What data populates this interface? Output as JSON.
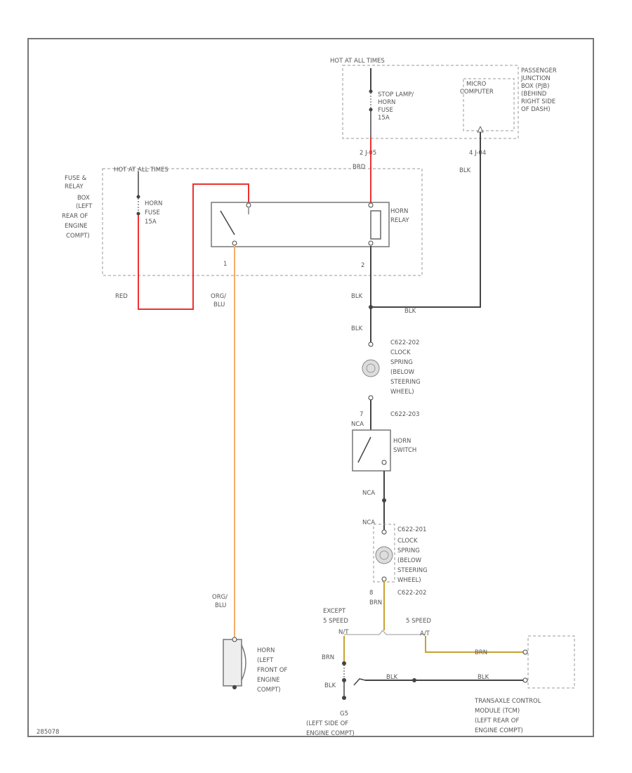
{
  "header": {
    "hot_at_all_times_top": "HOT AT ALL TIMES",
    "hot_at_all_times_left": "HOT AT ALL TIMES"
  },
  "fuses": {
    "stop_lamp_horn": [
      "STOP LAMP/",
      "HORN",
      "FUSE",
      "15A"
    ],
    "horn_fuse": [
      "HORN",
      "FUSE",
      "15A"
    ]
  },
  "components": {
    "micro_computer": [
      "MICRO",
      "COMPUTER"
    ],
    "passenger_junction": [
      "PASSENGER",
      "JUNCTION",
      "BOX (PJB)",
      "(BEHIND",
      "RIGHT SIDE",
      "OF DASH)"
    ],
    "fuse_relay_box": [
      "FUSE &",
      "RELAY",
      "BOX",
      "(LEFT",
      "REAR OF",
      "ENGINE",
      "COMPT)"
    ],
    "horn_relay": [
      "HORN",
      "RELAY"
    ],
    "clock_spring_upper": [
      "C622-202",
      "CLOCK",
      "SPRING",
      "(BELOW",
      "STEERING",
      "WHEEL)"
    ],
    "horn_switch": [
      "HORN",
      "SWITCH"
    ],
    "clock_spring_lower": [
      "C622-201",
      "CLOCK",
      "SPRING",
      "(BELOW",
      "STEERING",
      "WHEEL)",
      "C622-202"
    ],
    "horn": [
      "HORN",
      "(LEFT",
      "FRONT OF",
      "ENGINE",
      "COMPT)"
    ],
    "tcm": [
      "TRANSAXLE CONTROL",
      "MODULE (TCM)",
      "(LEFT REAR OF",
      "ENGINE COMPT)"
    ],
    "ground": [
      "G5",
      "(LEFT SIDE OF",
      "ENGINE COMPT)"
    ]
  },
  "connectors": {
    "pjb_2": "2 J-05",
    "pjb_4": "4 J-04",
    "c622_203": "C622-203",
    "relay_pin_1": "1",
    "relay_pin_2": "2",
    "sw_pin_7": "7",
    "sw_pin_8": "8"
  },
  "wires": {
    "brd": "BRD",
    "blk": "BLK",
    "red": "RED",
    "org_blu": [
      "ORG/",
      "BLU"
    ],
    "nca": "NCA",
    "brn": "BRN",
    "blk_ribbon": "BLK"
  },
  "options": {
    "except_5_speed": [
      "EXCEPT",
      "5 SPEED"
    ],
    "five_speed": "5 SPEED",
    "opt_n": "N/T",
    "opt_a": "A/T"
  },
  "footer": {
    "code": "285078"
  },
  "colors": {
    "red": "#ee3030",
    "orange": "#f4ae66",
    "black": "#444444",
    "brown": "#c9a030"
  }
}
